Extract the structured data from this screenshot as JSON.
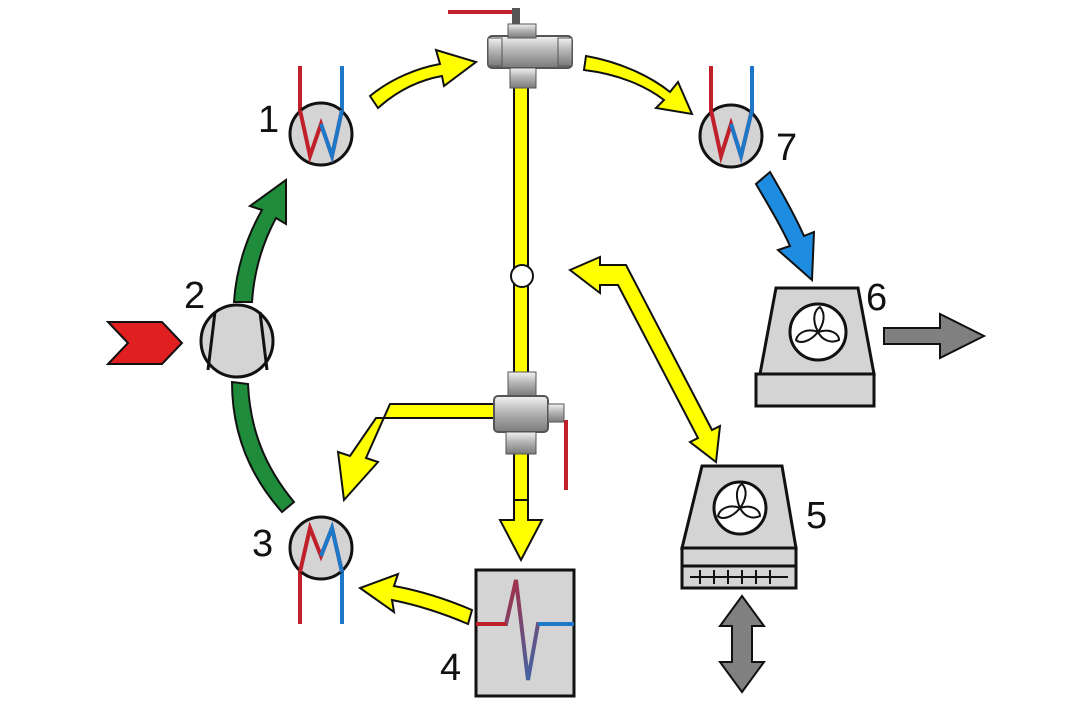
{
  "labels": {
    "c1": "1",
    "c2": "2",
    "c3": "3",
    "c4": "4",
    "c5": "5",
    "c6": "6",
    "c7": "7"
  },
  "colors": {
    "flow_main": "#ffff00",
    "flow_compressor": "#1e8c3a",
    "flow_exhaust": "#1e8ce0",
    "input_arrow": "#e02020",
    "output_arrow": "#808080",
    "hot_pipe": "#c0202a",
    "cold_pipe": "#1e78c8",
    "component_fill": "#d4d4d4"
  },
  "icons": {
    "c1": "heat-exchanger-icon",
    "c2": "compressor-icon",
    "c3": "heat-exchanger-icon",
    "c4": "heat-storage-icon",
    "c5": "fan-coil-icon",
    "c6": "cooler-fan-icon",
    "c7": "heat-exchanger-icon",
    "valves": "ball-valve-icon"
  }
}
